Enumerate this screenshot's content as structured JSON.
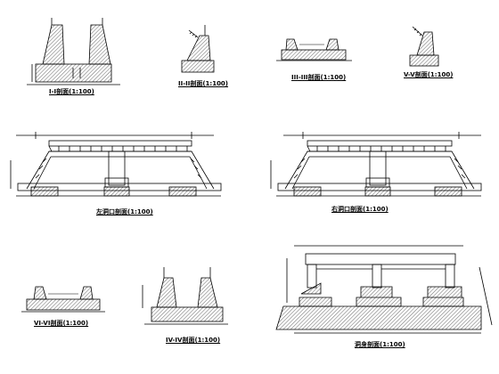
{
  "sheet": {
    "captions": {
      "section_1": "I-I剖面(1:100)",
      "section_2": "II-II剖面(1:100)",
      "section_3": "III-III剖面(1:100)",
      "section_5": "V-V剖面(1:100)",
      "left_opening": "左洞口剖面(1:100)",
      "right_opening": "右洞口剖面(1:100)",
      "section_6": "VI-VI剖面(1:100)",
      "section_4": "IV-IV剖面(1:100)",
      "longitudinal": "洞身剖面(1:100)"
    }
  },
  "style": {
    "line": "#000000",
    "hatch": "#000000",
    "paper": "#ffffff"
  }
}
